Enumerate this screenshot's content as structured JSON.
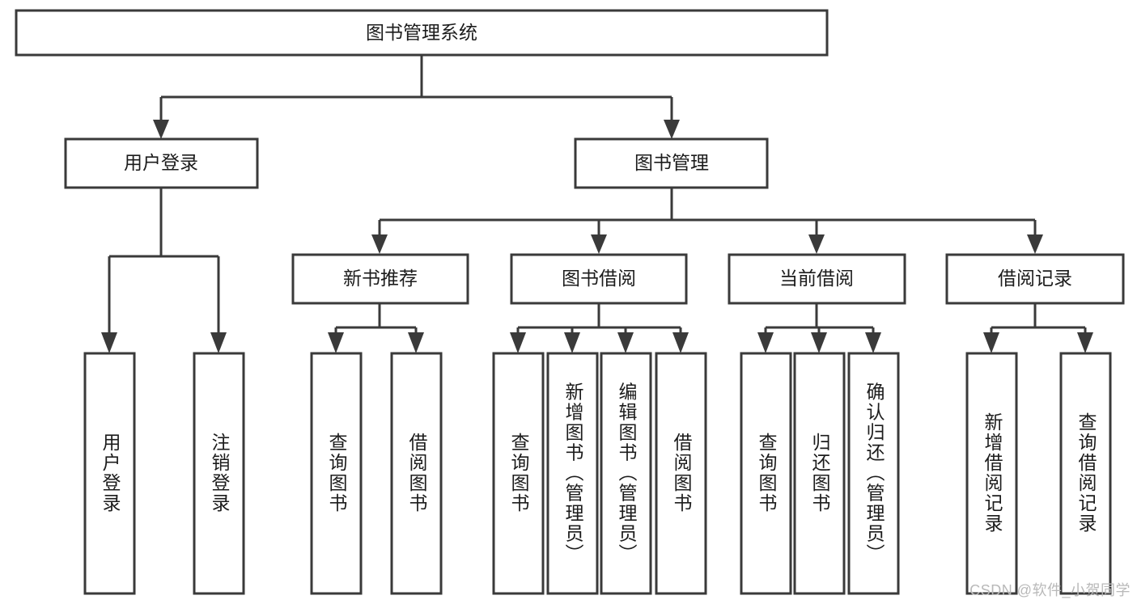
{
  "diagram": {
    "type": "hierarchy-tree",
    "title": "图书管理系统",
    "watermark": "CSDN @软件_小贺同学",
    "colors": {
      "box_fill": "#ffffff",
      "box_stroke": "#3a3a3a",
      "text": "#1c1c1c",
      "watermark": "#b9b9b9",
      "background": "#ffffff"
    },
    "root": {
      "label": "图书管理系统"
    },
    "level2": [
      {
        "label": "用户登录"
      },
      {
        "label": "图书管理"
      }
    ],
    "level3": [
      {
        "label": "新书推荐"
      },
      {
        "label": "图书借阅"
      },
      {
        "label": "当前借阅"
      },
      {
        "label": "借阅记录"
      }
    ],
    "leaves": {
      "user_login": [
        {
          "label": "用户登录"
        },
        {
          "label": "注销登录"
        }
      ],
      "new_book_recommend": [
        {
          "label": "查询图书"
        },
        {
          "label": "借阅图书"
        }
      ],
      "book_borrow": [
        {
          "label": "查询图书"
        },
        {
          "label": "新增图书（管理员）"
        },
        {
          "label": "编辑图书（管理员）"
        },
        {
          "label": "借阅图书"
        }
      ],
      "current_borrow": [
        {
          "label": "查询图书"
        },
        {
          "label": "归还图书"
        },
        {
          "label": "确认归还（管理员）"
        }
      ],
      "borrow_record": [
        {
          "label": "新增借阅记录"
        },
        {
          "label": "查询借阅记录"
        }
      ]
    }
  }
}
